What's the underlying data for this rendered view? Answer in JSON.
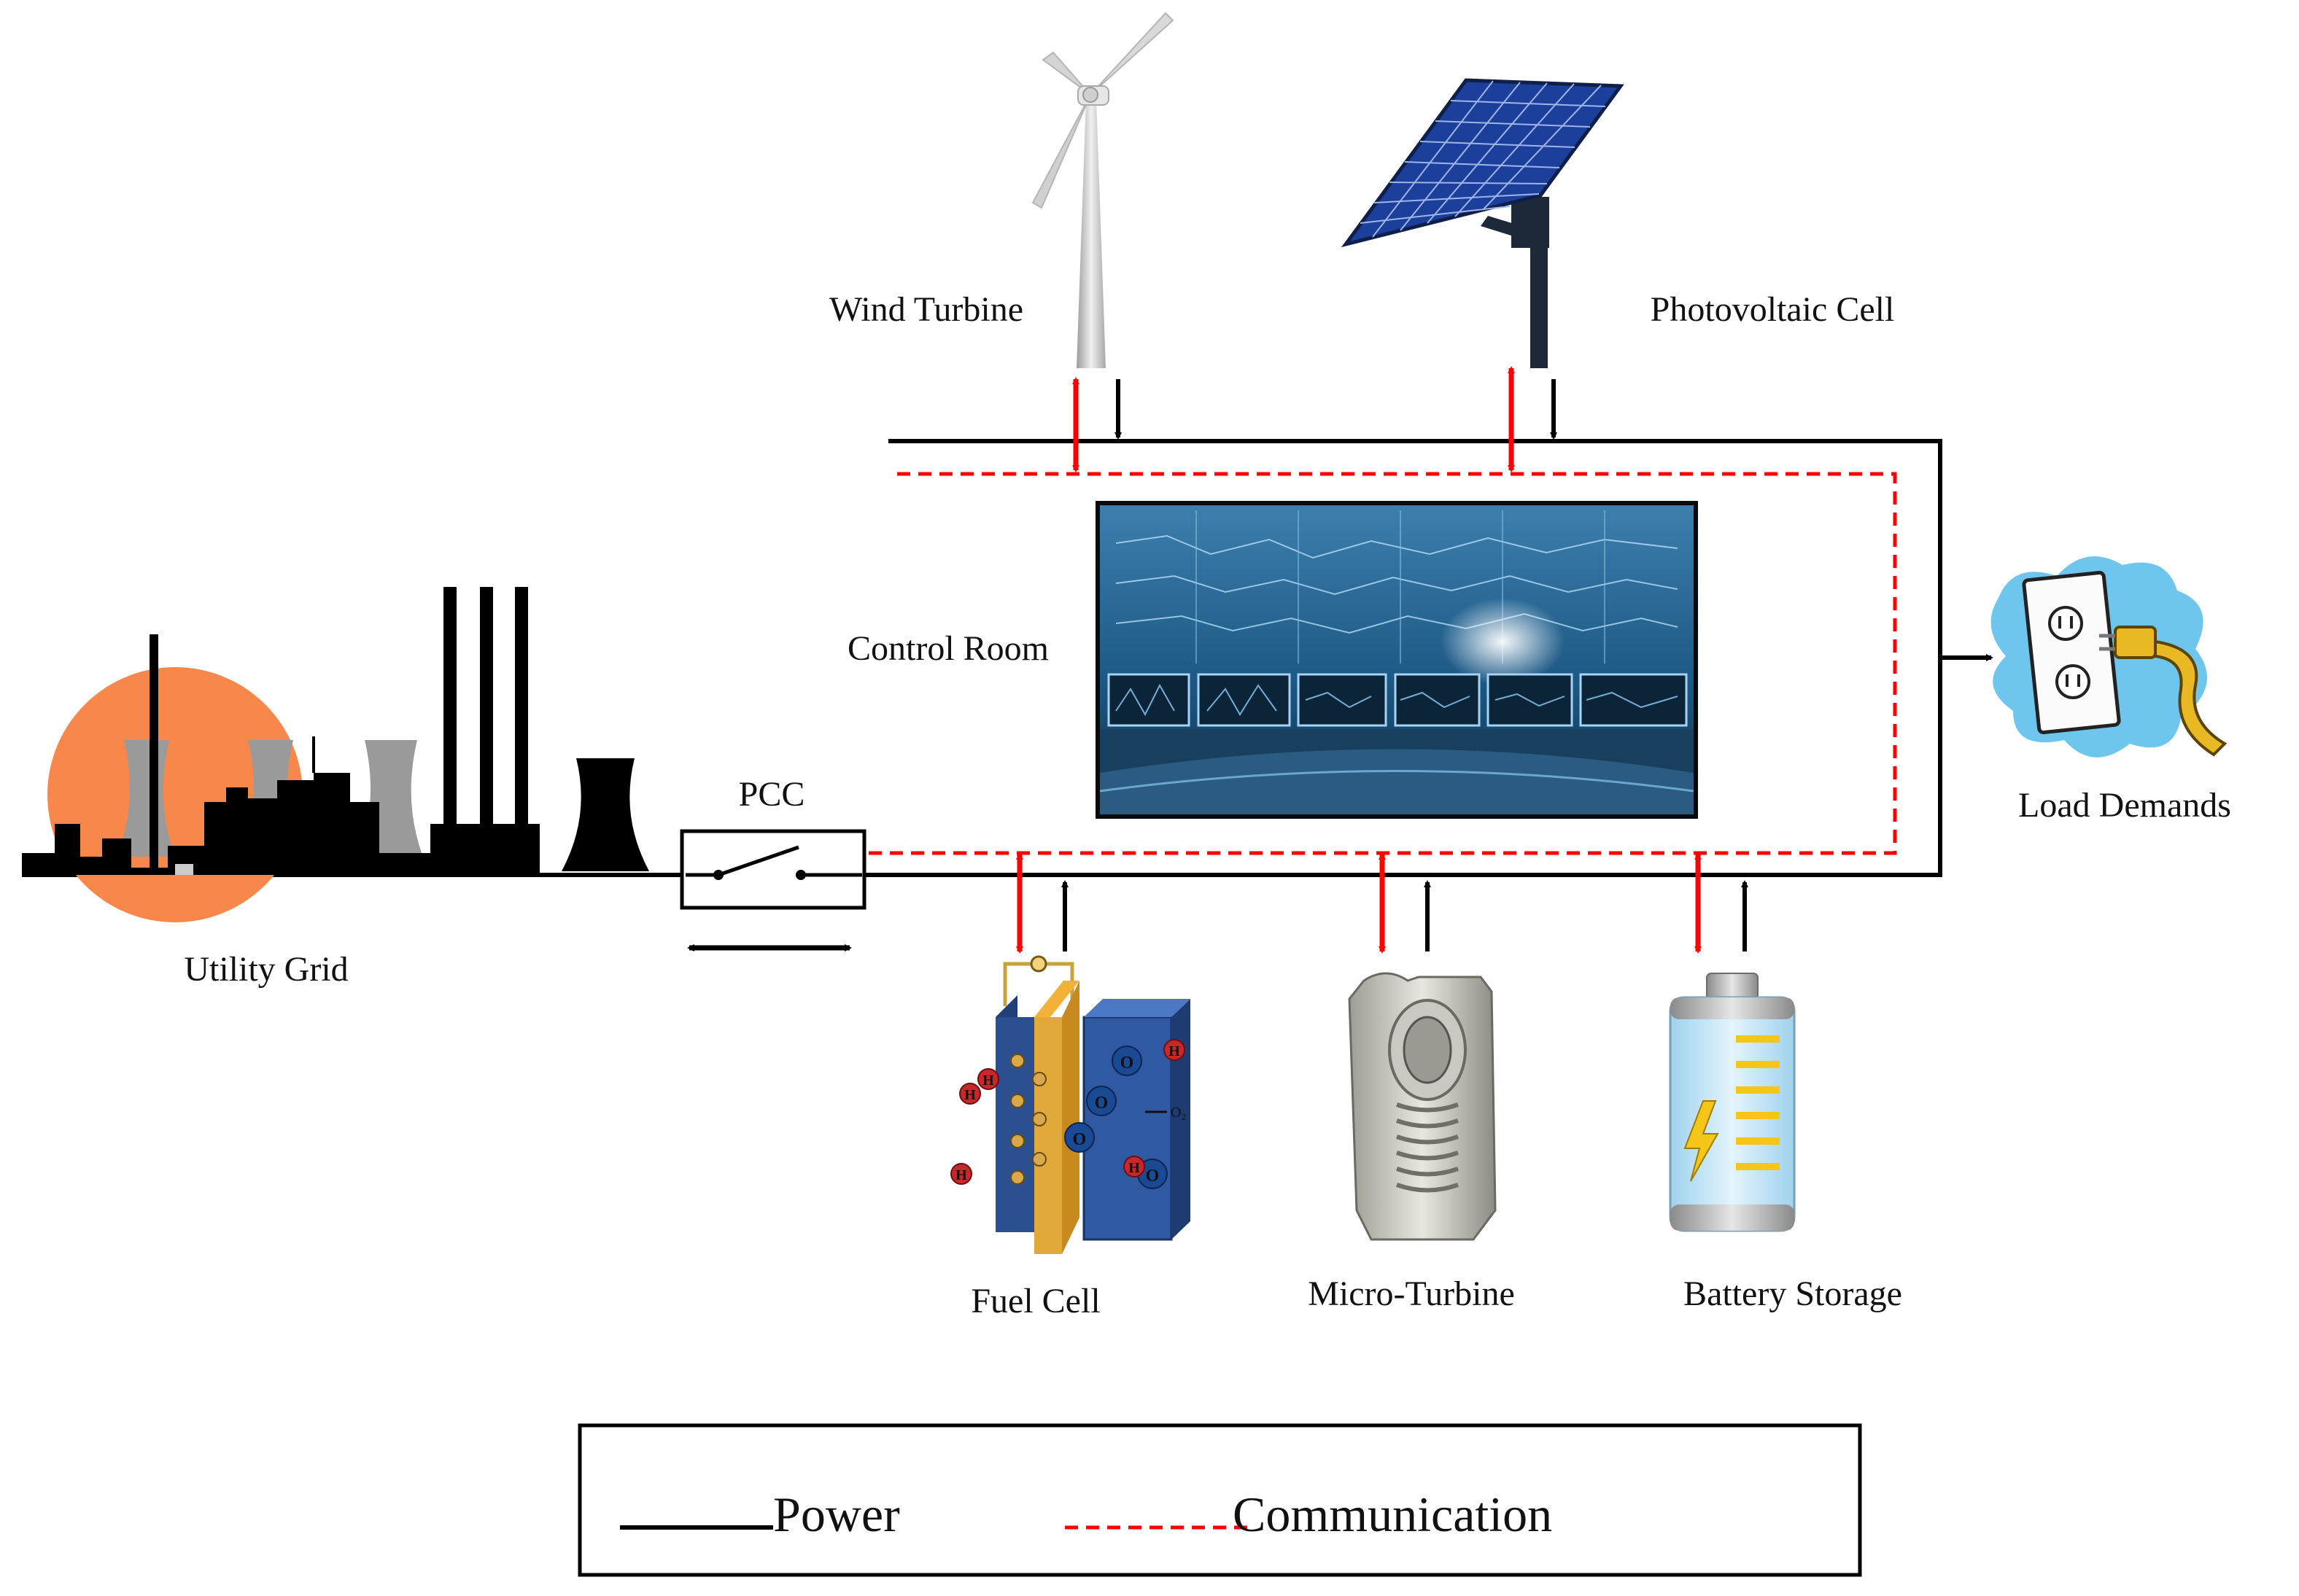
{
  "labels": {
    "wind_turbine": "Wind Turbine",
    "photovoltaic_cell": "Photovoltaic Cell",
    "control_room": "Control Room",
    "load_demands": "Load Demands",
    "pcc": "PCC",
    "utility_grid": "Utility Grid",
    "fuel_cell": "Fuel Cell",
    "micro_turbine": "Micro-Turbine",
    "battery_storage": "Battery Storage"
  },
  "legend": {
    "power": "Power",
    "communication": "Communication"
  },
  "fuel_cell_marks": {
    "h": "H",
    "o": "O",
    "o2": "O₂"
  },
  "colors": {
    "power_line": "#000000",
    "communication_line": "#ff0000",
    "sun": "#f7874a",
    "cooling_tower": "#9a9a9a",
    "control_screen": "#1d4f74",
    "battery_liquid": "#bfe3f5",
    "battery_bolt": "#f5c518",
    "fuel_cell_gold": "#e0a93a",
    "fuel_cell_blue": "#2b4f8f",
    "plug_yellow": "#e8b923",
    "splash_blue": "#6ec6ef"
  }
}
